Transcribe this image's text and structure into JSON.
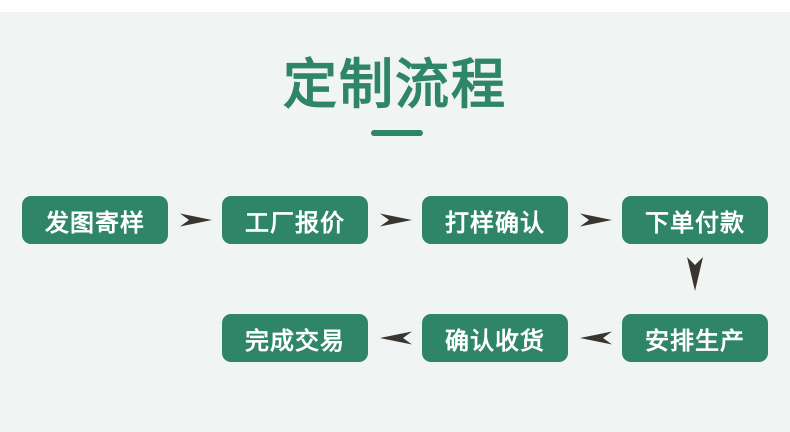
{
  "page": {
    "background_color": "#f0f5f4",
    "top_strip_color": "#ffffff",
    "accent_color": "#2e8568",
    "arrow_color": "#3a3530",
    "box_text_color": "#ffffff"
  },
  "header": {
    "title": "定制流程",
    "underline": true
  },
  "flow": {
    "row1": [
      {
        "id": "step-1",
        "label": "发图寄样"
      },
      {
        "id": "step-2",
        "label": "工厂报价"
      },
      {
        "id": "step-3",
        "label": "打样确认"
      },
      {
        "id": "step-4",
        "label": "下单付款"
      }
    ],
    "row2": [
      {
        "id": "step-7",
        "label": "完成交易"
      },
      {
        "id": "step-6",
        "label": "确认收货"
      },
      {
        "id": "step-5",
        "label": "安排生产"
      }
    ],
    "connectors": [
      {
        "id": "arrow-1-2",
        "direction": "right"
      },
      {
        "id": "arrow-2-3",
        "direction": "right"
      },
      {
        "id": "arrow-3-4",
        "direction": "right"
      },
      {
        "id": "arrow-4-5",
        "direction": "down"
      },
      {
        "id": "arrow-5-6",
        "direction": "left"
      },
      {
        "id": "arrow-6-7",
        "direction": "left"
      }
    ]
  }
}
